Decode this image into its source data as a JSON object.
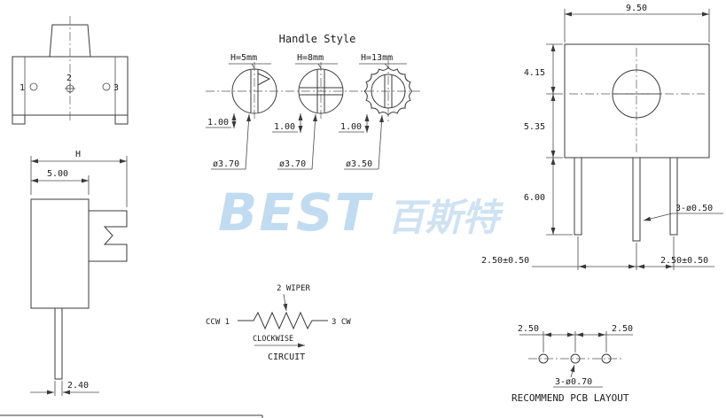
{
  "watermark": {
    "latin": "BEST",
    "cjk": "百斯特",
    "color_hex": "#9fc3e4"
  },
  "front_view": {
    "pin1": "1",
    "pin2": "2",
    "pin3": "3"
  },
  "side_view": {
    "dim_height": "H",
    "dim_width": "5.00",
    "dim_pin_length": "2.40"
  },
  "handle_style": {
    "title": "Handle Style",
    "variants": [
      {
        "label": "H=5mm",
        "slot_depth": "1.00",
        "diameter": "ø3.70"
      },
      {
        "label": "H=8mm",
        "slot_depth": "1.00",
        "diameter": "ø3.70"
      },
      {
        "label": "H=13mm",
        "slot_depth": "1.00",
        "diameter": "ø3.50"
      }
    ]
  },
  "right_view": {
    "dim_width": "9.50",
    "dim_top_to_center": "4.15",
    "dim_center_to_bottom": "5.35",
    "dim_pin_length": "6.00",
    "pin_diameter": "3-ø0.50",
    "dim_pin_left": "2.50±0.50",
    "dim_pin_right": "2.50±0.50"
  },
  "circuit": {
    "wiper": "2 WIPER",
    "ccw": "CCW 1",
    "cw": "3 CW",
    "direction": "CLOCKWISE",
    "title": "CIRCUIT"
  },
  "pcb_layout": {
    "dim_left": "2.50",
    "dim_right": "2.50",
    "hole_diameter": "3-ø0.70",
    "title": "RECOMMEND PCB LAYOUT"
  }
}
